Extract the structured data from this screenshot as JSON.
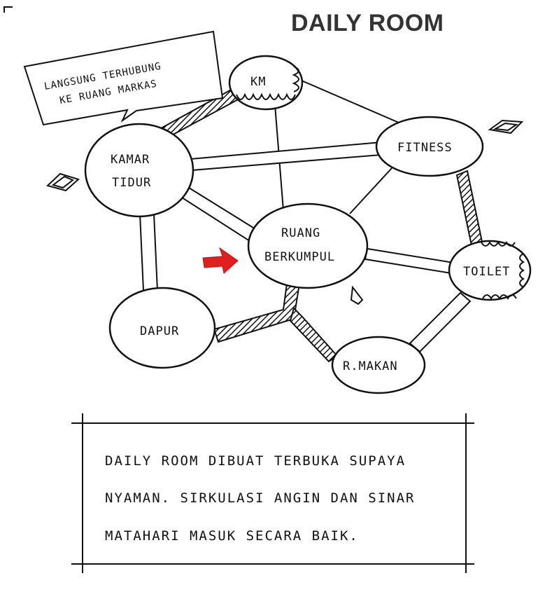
{
  "title": "DAILY ROOM",
  "callout": {
    "lines": [
      "LANGSUNG TERHUBUNG",
      "KE RUANG MARKAS"
    ]
  },
  "nodes": {
    "km": "KM",
    "fitness": "FITNESS",
    "kamar_tidur_line1": "KAMAR",
    "kamar_tidur_line2": "TIDUR",
    "ruang_berkumpul_line1": "RUANG",
    "ruang_berkumpul_line2": "BERKUMPUL",
    "toilet": "TOILET",
    "dapur": "DAPUR",
    "r_makan": "R.MAKAN"
  },
  "note": {
    "lines": [
      "DAILY ROOM DIBUAT TERBUKA SUPAYA",
      "NYAMAN. SIRKULASI ANGIN DAN SINAR",
      "MATAHARI MASUK SECARA BAIK."
    ]
  },
  "colors": {
    "ink": "#111111",
    "arrow": "#e0201e",
    "title": "#333333"
  }
}
